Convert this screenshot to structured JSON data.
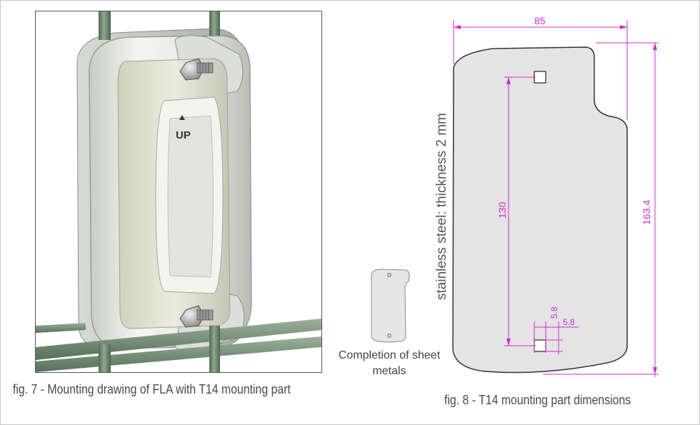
{
  "fig7": {
    "caption": "fig. 7 - Mounting drawing of FLA with T14 mounting part",
    "up_label": "UP"
  },
  "preview": {
    "caption": "Completion of sheet metals"
  },
  "fig8": {
    "caption": "fig. 8 - T14 mounting part dimensions",
    "material": "stainless steel: thickness 2 mm",
    "dimensions": {
      "width": "85",
      "height": "163.4",
      "hole_spacing": "130",
      "hole_size_v": "5.8",
      "hole_size_h": "5.8"
    }
  },
  "colors": {
    "dimension": "#d22ad2",
    "plate_fill": "#e4e4e4",
    "fence_green": "#6f8c70",
    "background": "#ffffff"
  }
}
